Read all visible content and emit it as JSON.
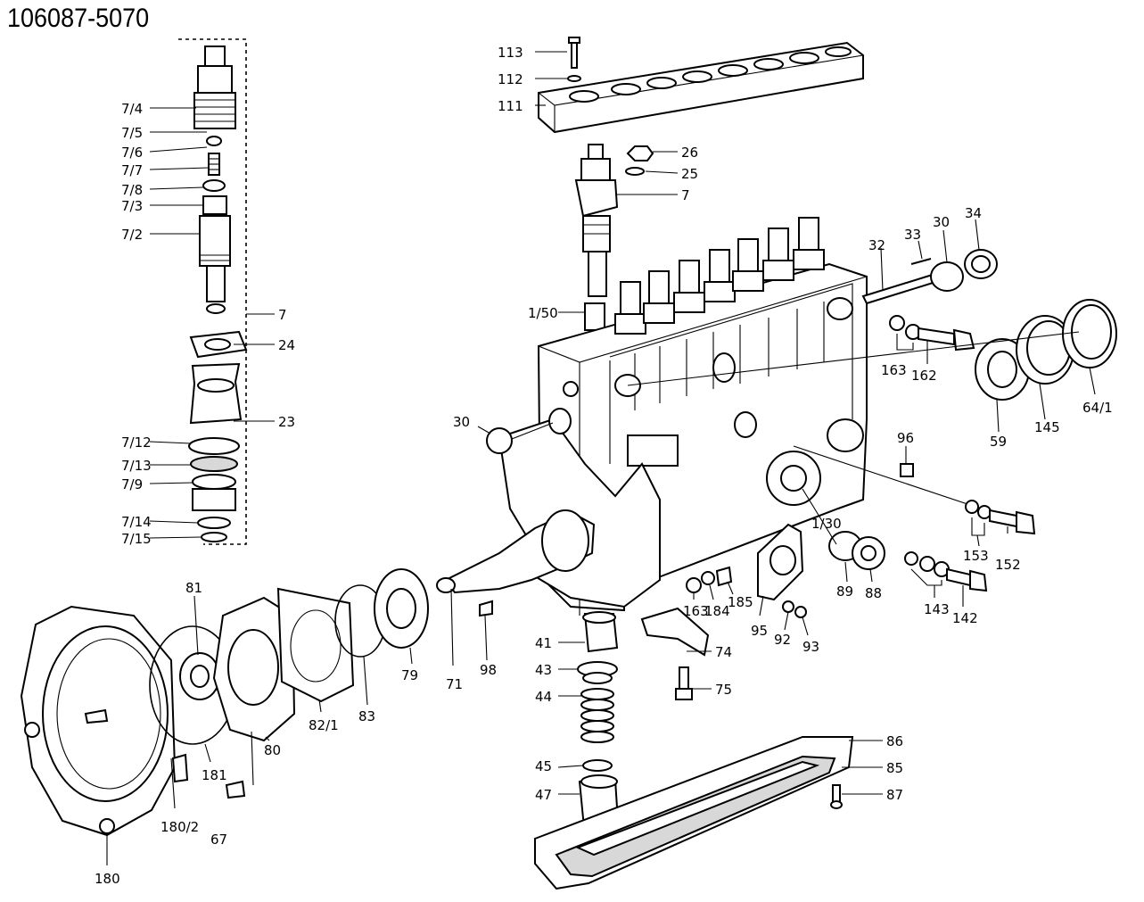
{
  "diagram_number": "106087-5070",
  "labels": [
    {
      "id": "7-4",
      "text": "7/4"
    },
    {
      "id": "7-5",
      "text": "7/5"
    },
    {
      "id": "7-6",
      "text": "7/6"
    },
    {
      "id": "7-7",
      "text": "7/7"
    },
    {
      "id": "7-8",
      "text": "7/8"
    },
    {
      "id": "7-3",
      "text": "7/3"
    },
    {
      "id": "7-2",
      "text": "7/2"
    },
    {
      "id": "7-group",
      "text": "7"
    },
    {
      "id": "24",
      "text": "24"
    },
    {
      "id": "23",
      "text": "23"
    },
    {
      "id": "7-12",
      "text": "7/12"
    },
    {
      "id": "7-13",
      "text": "7/13"
    },
    {
      "id": "7-9",
      "text": "7/9"
    },
    {
      "id": "7-14",
      "text": "7/14"
    },
    {
      "id": "7-15",
      "text": "7/15"
    },
    {
      "id": "113",
      "text": "113"
    },
    {
      "id": "112",
      "text": "112"
    },
    {
      "id": "111",
      "text": "111"
    },
    {
      "id": "26",
      "text": "26"
    },
    {
      "id": "25",
      "text": "25"
    },
    {
      "id": "7",
      "text": "7"
    },
    {
      "id": "33",
      "text": "33"
    },
    {
      "id": "30-top",
      "text": "30"
    },
    {
      "id": "34",
      "text": "34"
    },
    {
      "id": "32",
      "text": "32"
    },
    {
      "id": "1-50",
      "text": "1/50"
    },
    {
      "id": "163-top",
      "text": "163"
    },
    {
      "id": "162",
      "text": "162"
    },
    {
      "id": "145",
      "text": "145"
    },
    {
      "id": "64-1",
      "text": "64/1"
    },
    {
      "id": "59",
      "text": "59"
    },
    {
      "id": "30-left",
      "text": "30"
    },
    {
      "id": "96",
      "text": "96"
    },
    {
      "id": "1-30",
      "text": "1/30"
    },
    {
      "id": "153",
      "text": "153"
    },
    {
      "id": "152",
      "text": "152"
    },
    {
      "id": "89",
      "text": "89"
    },
    {
      "id": "88",
      "text": "88"
    },
    {
      "id": "143",
      "text": "143"
    },
    {
      "id": "142",
      "text": "142"
    },
    {
      "id": "163-bottom",
      "text": "163"
    },
    {
      "id": "184",
      "text": "184"
    },
    {
      "id": "185",
      "text": "185"
    },
    {
      "id": "95",
      "text": "95"
    },
    {
      "id": "92",
      "text": "92"
    },
    {
      "id": "93",
      "text": "93"
    },
    {
      "id": "81",
      "text": "81"
    },
    {
      "id": "71",
      "text": "71"
    },
    {
      "id": "98",
      "text": "98"
    },
    {
      "id": "41",
      "text": "41"
    },
    {
      "id": "74",
      "text": "74"
    },
    {
      "id": "43",
      "text": "43"
    },
    {
      "id": "75",
      "text": "75"
    },
    {
      "id": "44",
      "text": "44"
    },
    {
      "id": "79",
      "text": "79"
    },
    {
      "id": "83",
      "text": "83"
    },
    {
      "id": "82-1",
      "text": "82/1"
    },
    {
      "id": "80",
      "text": "80"
    },
    {
      "id": "181",
      "text": "181"
    },
    {
      "id": "180-2",
      "text": "180/2"
    },
    {
      "id": "67",
      "text": "67"
    },
    {
      "id": "180",
      "text": "180"
    },
    {
      "id": "86",
      "text": "86"
    },
    {
      "id": "85",
      "text": "85"
    },
    {
      "id": "45",
      "text": "45"
    },
    {
      "id": "87",
      "text": "87"
    },
    {
      "id": "47",
      "text": "47"
    }
  ]
}
